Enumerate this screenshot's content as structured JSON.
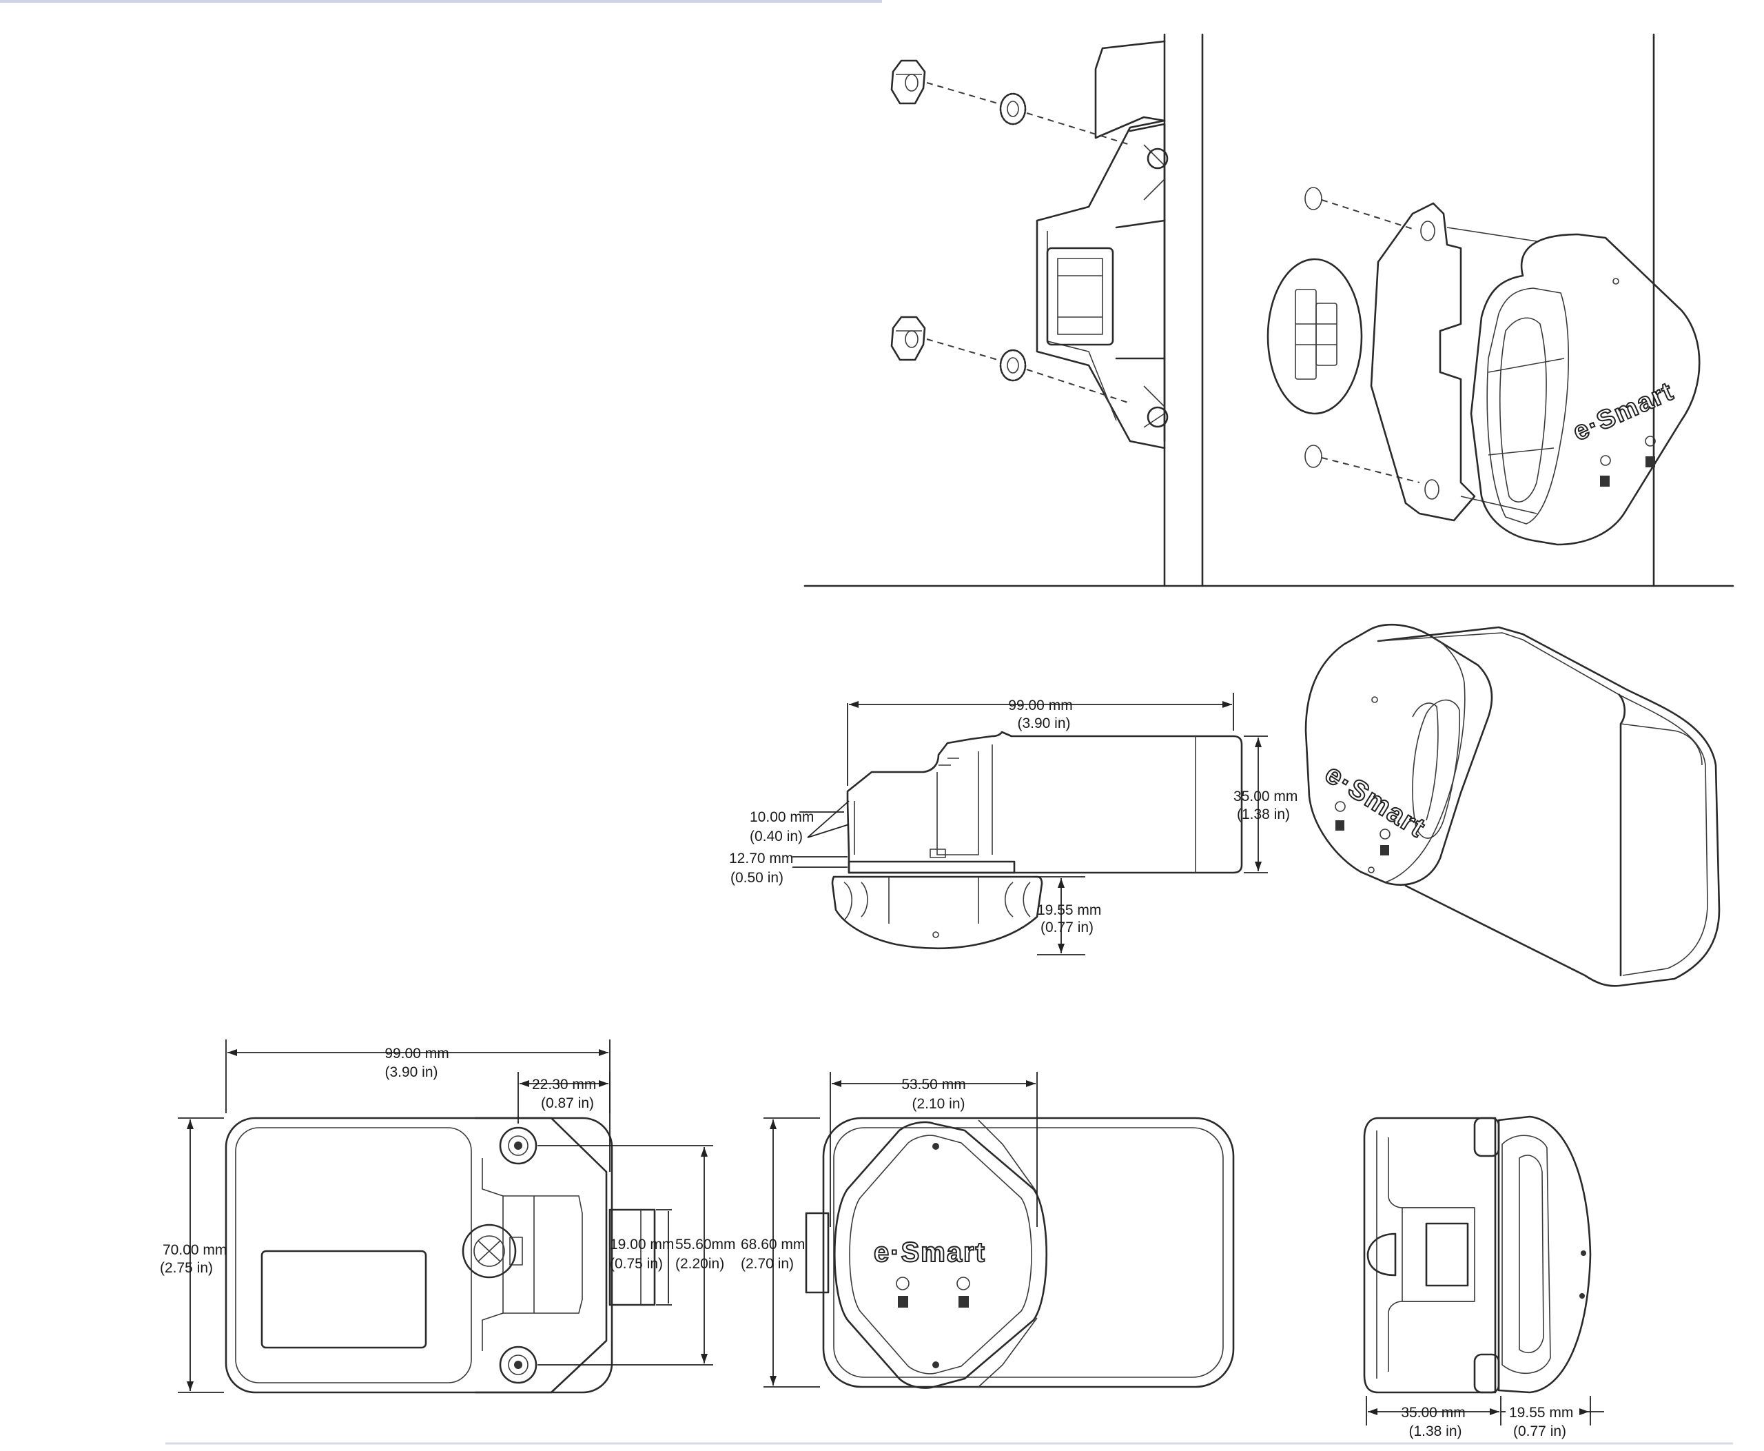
{
  "brand": {
    "logo_text": "e·Smart"
  },
  "dimensions": {
    "side_width": {
      "mm": "99.00 mm",
      "in": "(3.90 in)"
    },
    "side_height": {
      "mm": "35.00 mm",
      "in": "(1.38 in)"
    },
    "side_offset_a": {
      "mm": "10.00 mm",
      "in": "(0.40 in)"
    },
    "side_offset_b": {
      "mm": "12.70 mm",
      "in": "(0.50 in)"
    },
    "side_knob_depth": {
      "mm": "19.55 mm",
      "in": "(0.77 in)"
    },
    "back_width": {
      "mm": "99.00 mm",
      "in": "(3.90 in)"
    },
    "back_latch_width": {
      "mm": "22.30 mm",
      "in": "(0.87 in)"
    },
    "back_height": {
      "mm": "70.00 mm",
      "in": "(2.75 in)"
    },
    "back_bolt_height": {
      "mm": "19.00 mm",
      "in": "(0.75 in)"
    },
    "back_hole_spacing": {
      "mm": "55.60mm",
      "in": "(2.20in)"
    },
    "front_height": {
      "mm": "68.60 mm",
      "in": "(2.70 in)"
    },
    "front_knob_width": {
      "mm": "53.50 mm",
      "in": "(2.10 in)"
    },
    "end_body_depth": {
      "mm": "35.00 mm",
      "in": "(1.38 in)"
    },
    "end_knob_depth": {
      "mm": "19.55 mm",
      "in": "(0.77 in)"
    }
  }
}
